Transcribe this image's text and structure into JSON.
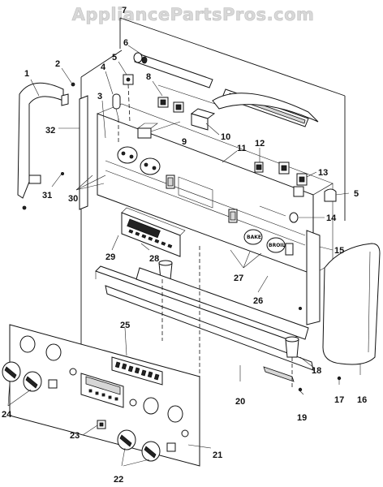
{
  "watermark": "AppliancePartsPros.com",
  "callouts": [
    {
      "id": "1",
      "label": "1"
    },
    {
      "id": "2",
      "label": "2"
    },
    {
      "id": "3",
      "label": "3"
    },
    {
      "id": "4",
      "label": "4"
    },
    {
      "id": "5a",
      "label": "5"
    },
    {
      "id": "5b",
      "label": "5"
    },
    {
      "id": "6",
      "label": "6"
    },
    {
      "id": "7",
      "label": "7"
    },
    {
      "id": "8",
      "label": "8"
    },
    {
      "id": "9",
      "label": "9"
    },
    {
      "id": "10",
      "label": "10"
    },
    {
      "id": "11",
      "label": "11"
    },
    {
      "id": "12",
      "label": "12"
    },
    {
      "id": "13",
      "label": "13"
    },
    {
      "id": "14",
      "label": "14"
    },
    {
      "id": "15",
      "label": "15"
    },
    {
      "id": "16",
      "label": "16"
    },
    {
      "id": "17",
      "label": "17"
    },
    {
      "id": "18",
      "label": "18"
    },
    {
      "id": "19",
      "label": "19"
    },
    {
      "id": "20",
      "label": "20"
    },
    {
      "id": "21",
      "label": "21"
    },
    {
      "id": "22",
      "label": "22"
    },
    {
      "id": "23",
      "label": "23"
    },
    {
      "id": "24",
      "label": "24"
    },
    {
      "id": "25",
      "label": "25"
    },
    {
      "id": "26",
      "label": "26"
    },
    {
      "id": "27",
      "label": "27"
    },
    {
      "id": "28",
      "label": "28"
    },
    {
      "id": "29",
      "label": "29"
    },
    {
      "id": "30",
      "label": "30"
    },
    {
      "id": "31",
      "label": "31"
    },
    {
      "id": "32",
      "label": "32"
    }
  ],
  "panel_text": {
    "btn_a": "BAKE",
    "btn_b": "BROIL"
  }
}
